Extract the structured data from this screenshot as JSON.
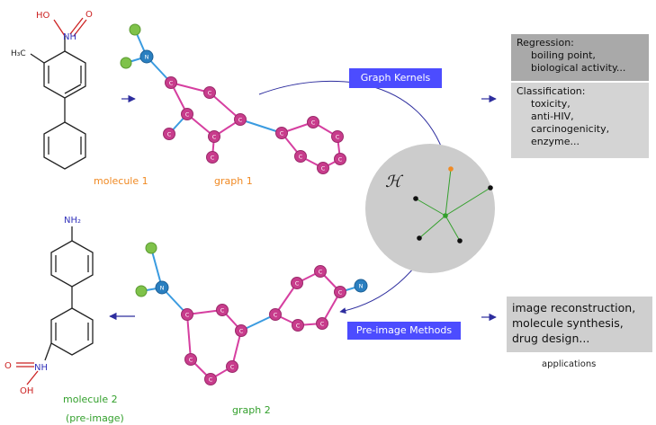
{
  "boxes": {
    "regression": {
      "title": "Regression:",
      "items": [
        "boiling point,",
        "biological activity..."
      ]
    },
    "classification": {
      "title": "Classification:",
      "items": [
        "toxicity,",
        "anti-HIV,",
        "carcinogenicity,",
        "enzyme..."
      ]
    },
    "applications_box": {
      "lines": [
        "image reconstruction,",
        "molecule synthesis,",
        "drug design..."
      ]
    }
  },
  "labels": {
    "graph_kernels": "Graph Kernels",
    "preimage_methods": "Pre-image Methods",
    "molecule1": "molecule 1",
    "graph1": "graph 1",
    "molecule2": "molecule 2",
    "preimage_note": "(pre-image)",
    "graph2": "graph 2",
    "applications": "applications",
    "hilbert": "ℋ"
  },
  "atoms": {
    "HO": "HO",
    "NH": "NH",
    "O": "O",
    "H3C": "H₃C",
    "NH2": "NH₂",
    "NH_b": "NH",
    "O_b": "O",
    "OH": "OH",
    "C": "C",
    "N": "N"
  },
  "colors": {
    "graph_c": "#c83c8c",
    "graph_edge": "#d63fa0",
    "graph_n": "#2a7fc0",
    "graph_o": "#7fc24a",
    "blue_edge": "#3a9be0",
    "label_bg": "#4c4cff",
    "circle": "#cccccc",
    "arrow": "#2d2d9e",
    "orange": "#f08a24",
    "green": "#33a02c"
  }
}
